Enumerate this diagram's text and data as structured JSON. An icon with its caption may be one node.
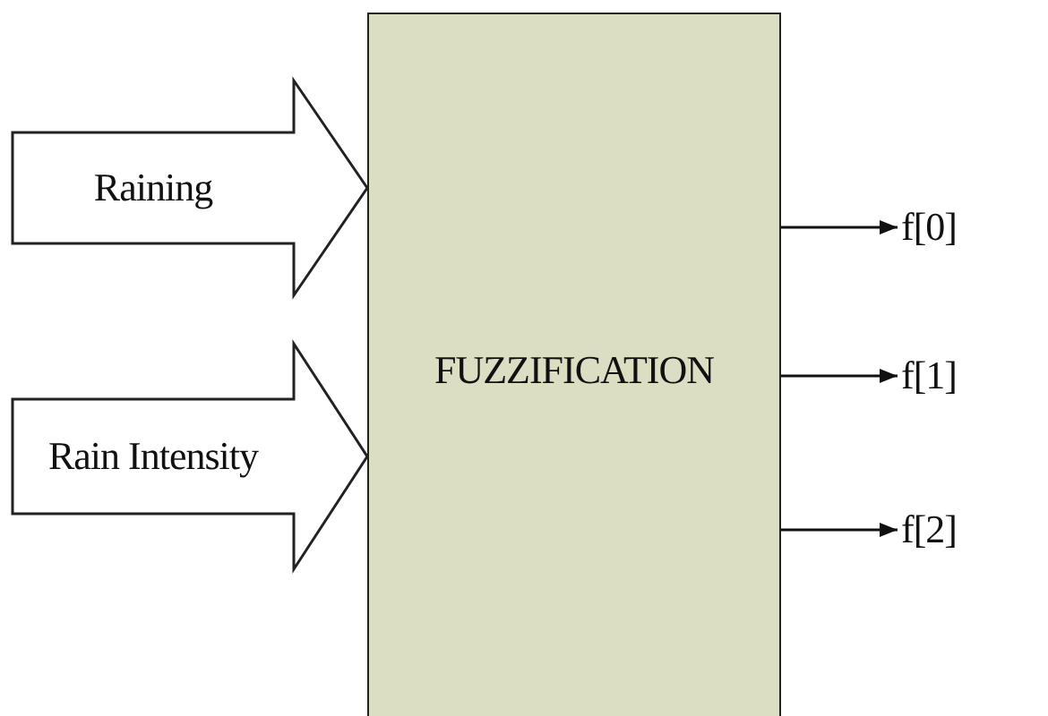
{
  "diagram": {
    "nodes": [
      {
        "text": [
          "FUZZIFICATION"
        ]
      },
      {
        "text": [
          "f[0]"
        ]
      },
      {
        "text": [
          "f[1]"
        ]
      },
      {
        "text": [
          "f[2]"
        ]
      }
    ],
    "edges": [
      {
        "from": null,
        "to": 0,
        "arrow": "to",
        "label": "Raining",
        "style": "thick"
      },
      {
        "from": null,
        "to": 0,
        "arrow": "to",
        "label": "Rain Intensity",
        "style": "thick"
      },
      {
        "from": 0,
        "to": 1,
        "arrow": "to"
      },
      {
        "from": 0,
        "to": 2,
        "arrow": "to"
      },
      {
        "from": 0,
        "to": 3,
        "arrow": "to"
      }
    ]
  }
}
